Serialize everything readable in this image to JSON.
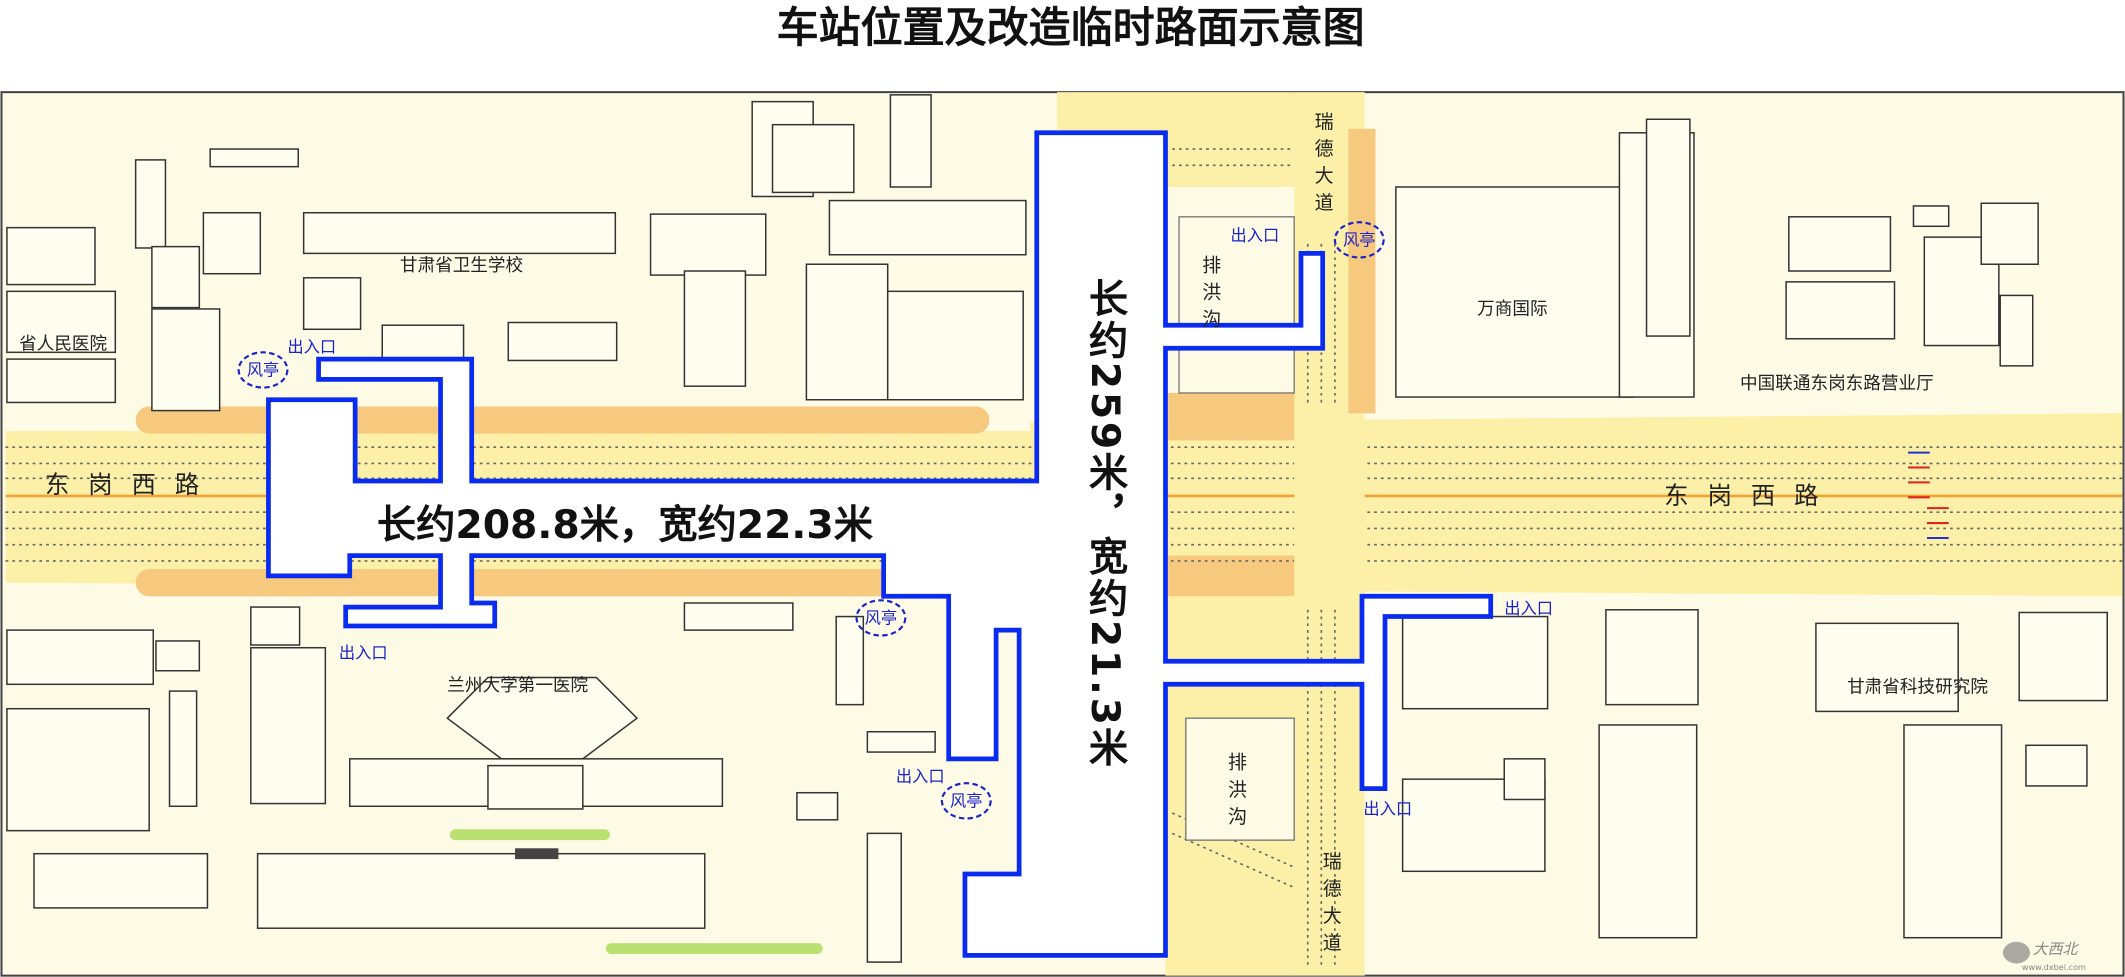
{
  "title": "车站位置及改造临时路面示意图",
  "roads": {
    "main_road_left": "东岗西路",
    "main_road_right": "东岗西路",
    "rude_top": "瑞德大道",
    "rude_bottom": "瑞德大道",
    "drain_top": "排洪沟",
    "drain_bottom": "排洪沟"
  },
  "buildings": {
    "health_school": "甘肃省卫生学校",
    "provincial_hospital": "省人民医院",
    "wanshang": "万商国际",
    "unicom": "中国联通东岗东路营业厅",
    "lzu_hospital": "兰州大学第一医院",
    "sci_institute": "甘肃省科技研究院"
  },
  "station": {
    "horizontal_dims": "长约208.8米，宽约22.3米",
    "vertical_dims": "长约259米，宽约21.3米",
    "outline_color": "#0a2cf0"
  },
  "exit_label": "出入口",
  "vent_label": "风亭",
  "watermark": "大西北 www.dxbei.com",
  "colors": {
    "road": "#fcf0a8",
    "ground": "#fdfbe6",
    "sidewalk": "#f7c97e"
  }
}
